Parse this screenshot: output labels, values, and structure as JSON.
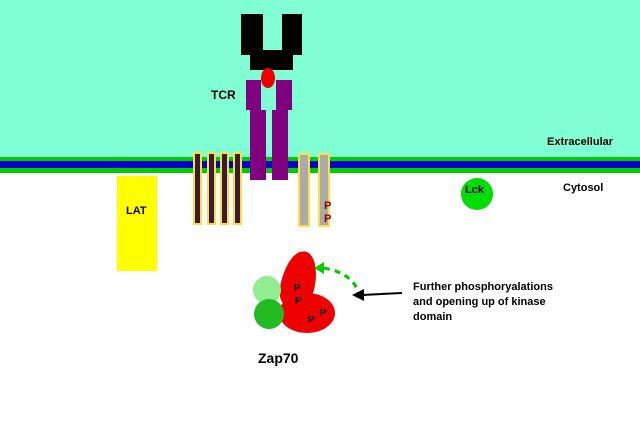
{
  "labels": {
    "tcr": "TCR",
    "extracellular": "Extracellular",
    "cytosol": "Cytosol",
    "lat": "LAT",
    "lck": "Lck",
    "zap70": "Zap70",
    "annotation_line1": "Further phosphoryalations",
    "annotation_line2": "and opening up of kinase",
    "annotation_line3": "domain",
    "p": "P"
  },
  "colors": {
    "extracellular": "#80ffd4",
    "membrane_green": "#00cc00",
    "membrane_blue": "#0000cc",
    "tcr_head": "#000000",
    "tcr_body": "#800080",
    "tcr_link": "#ee0000",
    "lat": "#ffff00",
    "lck": "#00dd00",
    "zap_red": "#ee0000",
    "zap_light_green": "#90ee90",
    "zap_green": "#22bb22",
    "chain_gold": "#ffdd44",
    "chain_dark": "#3a1a3a",
    "chain_gray": "#aaaaaa",
    "phospho": "#8b0000"
  }
}
